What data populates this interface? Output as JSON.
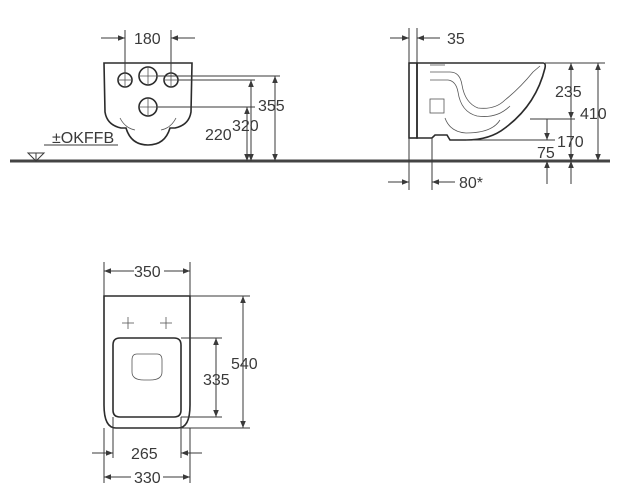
{
  "front_view": {
    "dim_width": "180",
    "dim_h355": "355",
    "dim_h320": "320",
    "dim_h220": "220",
    "floor_label": "±OKFFB"
  },
  "side_view": {
    "dim_35": "35",
    "dim_235": "235",
    "dim_410": "410",
    "dim_170": "170",
    "dim_75": "75",
    "dim_80": "80*"
  },
  "top_view": {
    "dim_350": "350",
    "dim_540": "540",
    "dim_335": "335",
    "dim_265": "265",
    "dim_330": "330"
  }
}
